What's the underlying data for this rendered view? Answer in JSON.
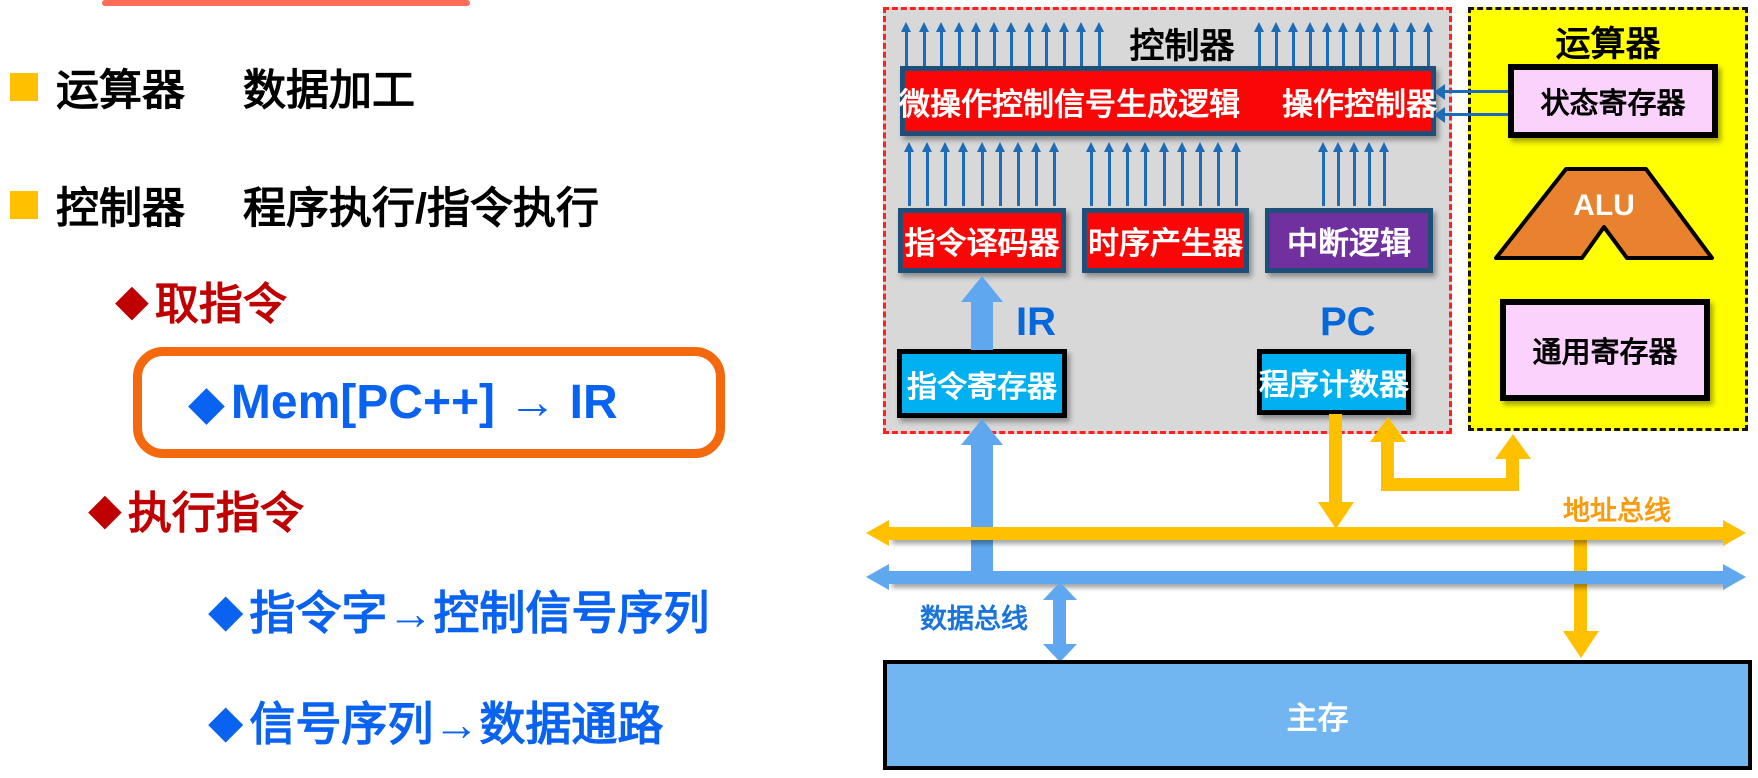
{
  "markers": {
    "diamond": "◆"
  },
  "left_panel": {
    "item1": {
      "term": "运算器",
      "desc": "数据加工"
    },
    "item2": {
      "term": "控制器",
      "desc": "程序执行/指令执行"
    },
    "fetch_label": "取指令",
    "fetch_formula": "Mem[PC++] → IR",
    "execute_label": "执行指令",
    "exec_step1": "指令字→控制信号序列",
    "exec_step2": "信号序列→数据通路"
  },
  "diagram": {
    "controller": {
      "title": "控制器",
      "micro_op_label": "微操作控制信号生成逻辑",
      "op_controller_label": "操作控制器",
      "decoder": "指令译码器",
      "timing_generator": "时序产生器",
      "interrupt_logic": "中断逻辑",
      "ir_label": "IR",
      "pc_label": "PC",
      "instruction_register": "指令寄存器",
      "program_counter": "程序计数器"
    },
    "alu_unit": {
      "title": "运算器",
      "status_register": "状态寄存器",
      "alu_label": "ALU",
      "general_register": "通用寄存器"
    },
    "buses": {
      "address_bus_label": "地址总线",
      "data_bus_label": "数据总线"
    },
    "memory": {
      "main_memory": "主存"
    }
  },
  "colors": {
    "accent_line": "#FB6B55",
    "bullet_square": "#FFC000",
    "dark_red_text": "#C00000",
    "blue_text": "#0A63F0",
    "orange_frame": "#F4690E",
    "controller_bg": "#D8D8D8",
    "controller_border": "#FF2020",
    "red_box": "#F90606",
    "box_border_blue": "#1F4E79",
    "purple_box": "#7030A0",
    "cyan_box": "#00B0F0",
    "pink_box": "#FAD2FB",
    "yellow_region": "#FFFF00",
    "alu_fill": "#E8822F",
    "address_bus": "#FFC000",
    "data_bus": "#5FA8F0",
    "main_memory": "#71B5F1",
    "thin_arrow": "#1E6BB8"
  }
}
